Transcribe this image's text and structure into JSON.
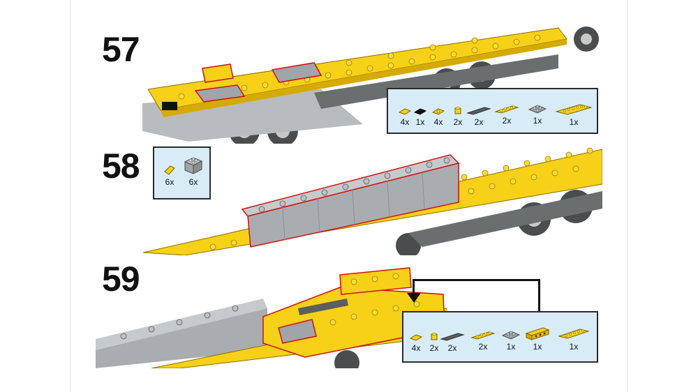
{
  "steps": [
    {
      "number": "57",
      "parts": [
        {
          "icon": "yellow-tile-1x2-icon",
          "qty": "4x"
        },
        {
          "icon": "black-tile-1x2-icon",
          "qty": "1x"
        },
        {
          "icon": "yellow-jumper-plate-icon",
          "qty": "4x"
        },
        {
          "icon": "yellow-plate-1x1-icon",
          "qty": "2x"
        },
        {
          "icon": "dark-gray-tile-1x4-icon",
          "qty": "2x"
        },
        {
          "icon": "yellow-plate-1x4-icon",
          "qty": "2x"
        },
        {
          "icon": "gray-plate-2x2-icon",
          "qty": "1x"
        },
        {
          "icon": "yellow-plate-2x6-icon",
          "qty": "1x"
        }
      ]
    },
    {
      "number": "58",
      "parts": [
        {
          "icon": "yellow-tile-slope-icon",
          "qty": "6x"
        },
        {
          "icon": "gray-brick-2x2-icon",
          "qty": "6x"
        }
      ]
    },
    {
      "number": "59",
      "parts": [
        {
          "icon": "yellow-tile-1x2-icon",
          "qty": "4x"
        },
        {
          "icon": "yellow-plate-1x1-icon",
          "qty": "2x"
        },
        {
          "icon": "dark-gray-tile-1x4-icon",
          "qty": "2x"
        },
        {
          "icon": "yellow-plate-1x4-icon",
          "qty": "2x"
        },
        {
          "icon": "gray-plate-2x2-icon",
          "qty": "1x"
        },
        {
          "icon": "yellow-technic-brick-icon",
          "qty": "1x"
        },
        {
          "icon": "yellow-plate-1x6-icon",
          "qty": "1x"
        }
      ]
    }
  ],
  "colors": {
    "yellow": "#f7d117",
    "gray": "#a0a5a9",
    "dark_gray": "#5b5f5f",
    "parts_bg": "#d8ecf8",
    "outline_red": "#d01010"
  }
}
